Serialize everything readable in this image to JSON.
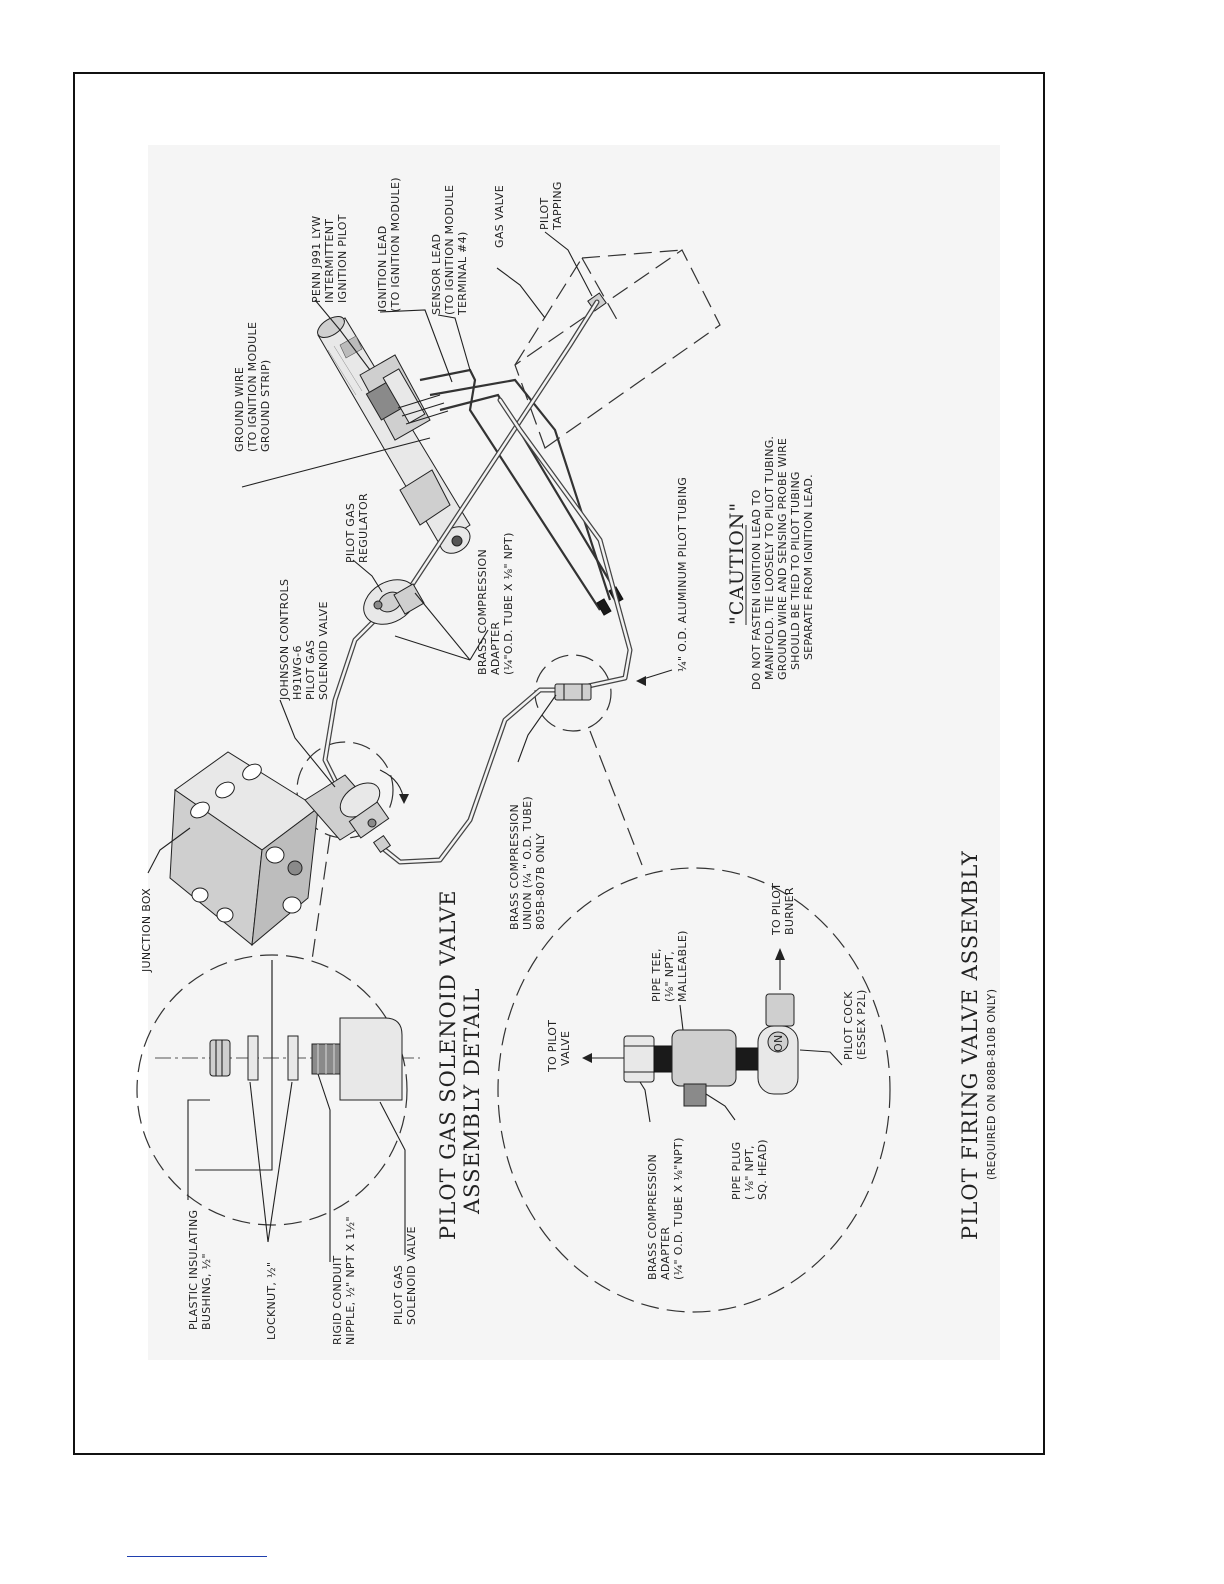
{
  "labels": {
    "penn_pilot": [
      "PENN J991 LYW",
      "INTERMITTENT",
      "IGNITION PILOT"
    ],
    "ignition_lead": [
      "IGNITION LEAD",
      "(TO IGNITION MODULE)"
    ],
    "sensor_lead": [
      "SENSOR LEAD",
      "(TO IGNITION MODULE",
      "TERMINAL #4)"
    ],
    "gas_valve": [
      "GAS VALVE"
    ],
    "pilot_tapping": [
      "PILOT",
      "TAPPING"
    ],
    "ground_wire": [
      "GROUND WIRE",
      "(TO IGNITION MODULE",
      "GROUND STRIP)"
    ],
    "pilot_gas_regulator": [
      "PILOT GAS",
      "REGULATOR"
    ],
    "brass_compression_adapter_top": [
      "BRASS COMPRESSION",
      "ADAPTER",
      "(¼\"O.D. TUBE X ⅛\" NPT)"
    ],
    "johnson_controls": [
      "JOHNSON CONTROLS",
      "H91WG-6",
      "PILOT GAS",
      "SOLENOID VALVE"
    ],
    "aluminum_tubing": [
      "¼\" O.D. ALUMINUM PILOT TUBING"
    ],
    "brass_union": [
      "BRASS COMPRESSION",
      "UNION (¼ \" O.D. TUBE)",
      "805B-807B ONLY"
    ],
    "junction_box": [
      "JUNCTION BOX"
    ],
    "plastic_bushing": [
      "PLASTIC INSULATING",
      "BUSHING, ½\""
    ],
    "locknut": [
      "LOCKNUT, ½\""
    ],
    "rigid_conduit": [
      "RIGID CONDUIT",
      "NIPPLE, ½\" NPT X 1½\""
    ],
    "pilot_gas_solenoid_valve": [
      "PILOT GAS",
      "SOLENOID VALVE"
    ],
    "to_pilot_valve": [
      "TO PILOT",
      "VALVE"
    ],
    "pipe_tee": [
      "PIPE TEE,",
      "(⅛\" NPT,",
      "MALLEABLE)"
    ],
    "to_pilot_burner": [
      "TO PILOT",
      "BURNER"
    ],
    "pilot_cock": [
      "PILOT COCK",
      "(ESSEX P2L)"
    ],
    "pipe_plug": [
      "PIPE PLUG",
      "( ⅛\" NPT,",
      "SQ. HEAD)"
    ],
    "brass_compression_adapter_bottom": [
      "BRASS COMPRESSION",
      "ADAPTER",
      "(¼\" O.D. TUBE X ⅛\"NPT)"
    ],
    "cock_on_marking": "ON"
  },
  "titles": {
    "solenoid_detail": [
      "PILOT GAS SOLENOID VALVE",
      "ASSEMBLY DETAIL"
    ],
    "firing_valve": "PILOT FIRING VALVE ASSEMBLY",
    "firing_valve_note": "(REQUIRED ON 808B-810B ONLY)"
  },
  "caution": {
    "heading": "\"CAUTION\"",
    "body": [
      "DO NOT FASTEN IGNITION LEAD TO",
      "MANIFOLD. TIE LOOSELY TO PILOT TUBING.",
      "GROUND WIRE AND SENSING PROBE WIRE",
      "SHOULD BE TIED TO PILOT TUBING",
      "SEPARATE FROM IGNITION LEAD."
    ]
  },
  "colors": {
    "ink": "#222222",
    "background_panel": "#f4f4f4",
    "footer_rule": "#1f3fae"
  }
}
